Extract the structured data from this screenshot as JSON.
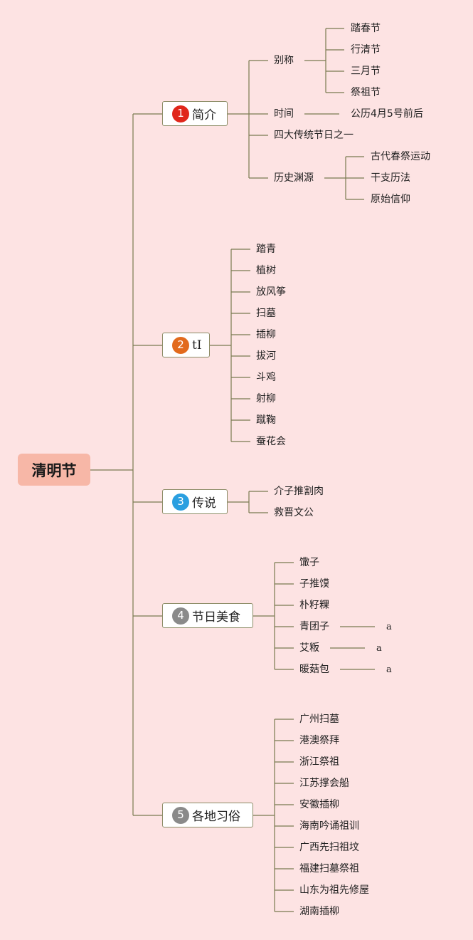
{
  "colors": {
    "line": "#7a7a50",
    "background": "#fde3e3",
    "root_fill": "#f7b7a7"
  },
  "root": {
    "label": "清明节"
  },
  "branches": [
    {
      "number": "1",
      "badge_color": "#e0261a",
      "label": "简介",
      "children": [
        {
          "label": "别称",
          "children": [
            "踏春节",
            "行清节",
            "三月节",
            "祭祖节"
          ]
        },
        {
          "label": "时间",
          "children": [
            "公历4月5号前后"
          ]
        },
        {
          "label": "四大传统节日之一"
        },
        {
          "label": "历史渊源",
          "children": [
            "古代春祭运动",
            "干支历法",
            "原始信仰"
          ]
        }
      ]
    },
    {
      "number": "2",
      "badge_color": "#e26a1d",
      "label": "tI",
      "children": [
        "踏青",
        "植树",
        "放风筝",
        "扫墓",
        "插柳",
        "拔河",
        "斗鸡",
        "射柳",
        "蹴鞠",
        "蚕花会"
      ]
    },
    {
      "number": "3",
      "badge_color": "#2a9fe0",
      "label": "传说",
      "children": [
        "介子推割肉",
        "救晋文公"
      ]
    },
    {
      "number": "4",
      "badge_color": "#8a8a8a",
      "label": "节日美食",
      "children": [
        {
          "label": "馓子"
        },
        {
          "label": "子推馍"
        },
        {
          "label": "朴籽粿"
        },
        {
          "label": "青团子",
          "note": "a"
        },
        {
          "label": "艾粄",
          "note": "a"
        },
        {
          "label": "暖菇包",
          "note": "a"
        }
      ]
    },
    {
      "number": "5",
      "badge_color": "#8a8a8a",
      "label": "各地习俗",
      "children": [
        "广州扫墓",
        "港澳祭拜",
        "浙江祭祖",
        "江苏撑会船",
        "安徽插柳",
        "海南吟诵祖训",
        "广西先扫祖坟",
        "福建扫墓祭祖",
        "山东为祖先修屋",
        "湖南插柳"
      ]
    }
  ]
}
